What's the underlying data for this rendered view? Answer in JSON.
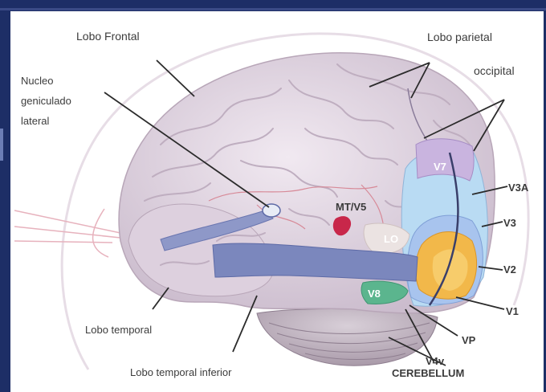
{
  "labels": {
    "frontal": "Lobo Frontal",
    "parietal": "Lobo parietal",
    "occipital": "occipital",
    "lgn_line1": "Nucleo",
    "lgn_line2": "geniculado",
    "lgn_line3": "lateral",
    "temporal": "Lobo temporal",
    "inferior_temporal": "Lobo temporal inferior",
    "cerebellum": "CEREBELLUM",
    "v7": "V7",
    "v3a": "V3A",
    "v3": "V3",
    "v2": "V2",
    "v1": "V1",
    "vp": "VP",
    "v4v": "V4v",
    "v8": "V8",
    "lo": "LO",
    "mt_v5": "MT/V5"
  },
  "colors": {
    "frame": "#1d2e66",
    "brain": "#e2d6e2",
    "v1": "#f2b84a",
    "v2": "#a8c4ee",
    "v3": "#b9dbf3",
    "v7": "#c9b4df",
    "v8": "#5bb58e",
    "mt": "#c8274a",
    "pathway": "#7b87bd"
  }
}
